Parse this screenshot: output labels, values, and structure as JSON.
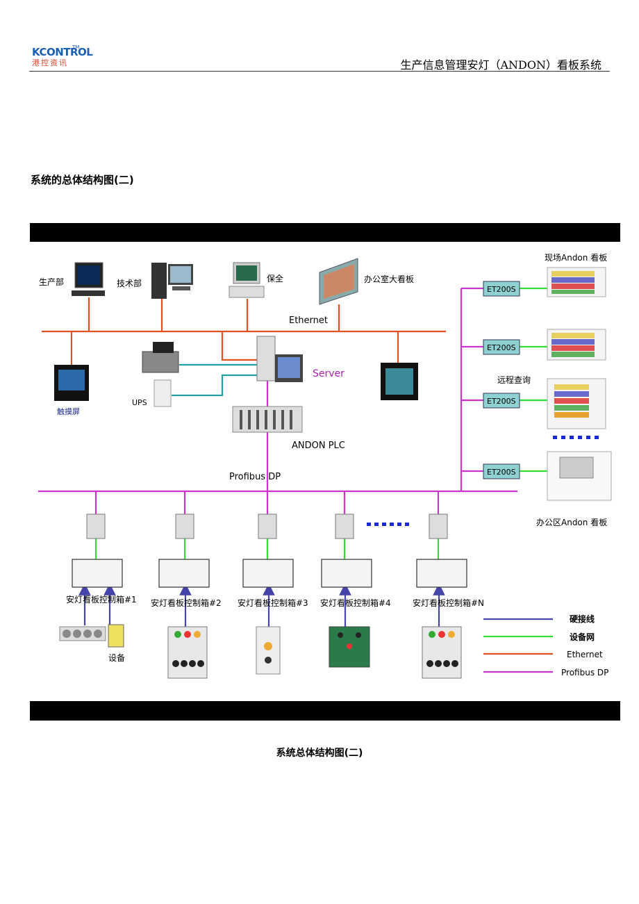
{
  "header": {
    "logo_en": "KCONTROL",
    "logo_tm": "TM",
    "logo_cn": "港控资讯",
    "title": "生产信息管理安灯（ANDON）看板系统"
  },
  "section_heading": "系统的总体结构图(二)",
  "diagram": {
    "labels": {
      "production": "生产部",
      "tech": "技术部",
      "security": "保全",
      "office_board": "办公室大看板",
      "ethernet": "Ethernet",
      "server": "Server",
      "touchscreen": "触摸屏",
      "ups": "UPS",
      "andon_plc": "ANDON PLC",
      "profibus": "Profibus   DP",
      "field_board": "现场Andon 看板",
      "remote_query": "远程查询",
      "office_area_board": "办公区Andon 看板",
      "equipment": "设备"
    },
    "et200s": [
      "ET200S",
      "ET200S",
      "ET200S",
      "ET200S"
    ],
    "control_boxes": [
      "安灯看板控制箱#1",
      "安灯看板控制箱#2",
      "安灯看板控制箱#3",
      "安灯看板控制箱#4",
      "安灯看板控制箱#N"
    ],
    "legend": [
      {
        "label": "硬接线",
        "color": "#4444aa"
      },
      {
        "label": "设备网",
        "color": "#33dd33"
      },
      {
        "label": "Ethernet",
        "color": "#e05020"
      },
      {
        "label": "Profibus DP",
        "color": "#cc33cc"
      }
    ]
  },
  "caption": "系统总体结构图(二)"
}
